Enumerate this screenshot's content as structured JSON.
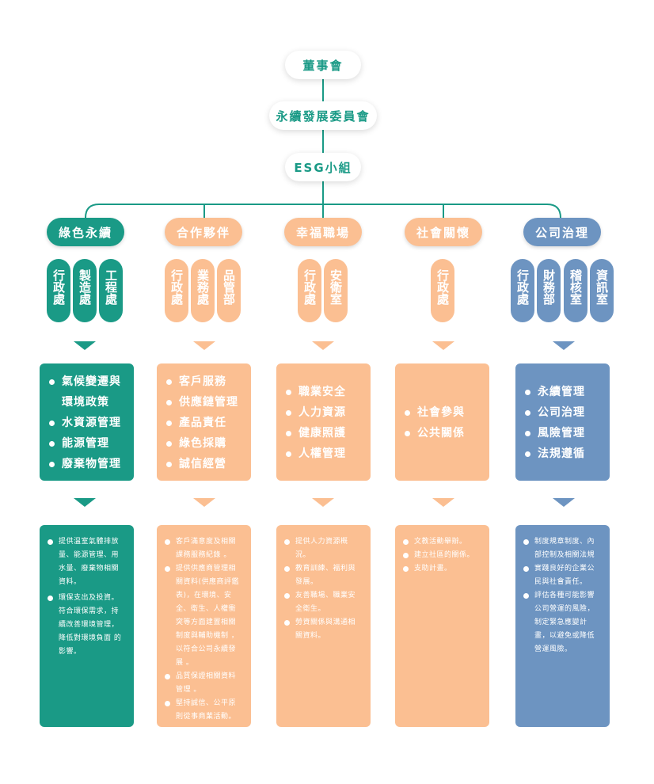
{
  "top": {
    "board": "董事會",
    "committee": "永續發展委員會",
    "esg": "ESG小組"
  },
  "colors": {
    "teal": "#1a9a86",
    "peach": "#fbbf92",
    "blue": "#6d94c1"
  },
  "columns": [
    {
      "title": "綠色永續",
      "color": "teal",
      "depts": [
        "行政處",
        "製造處",
        "工程處"
      ],
      "topics": [
        "氣候變遷與",
        "環境政策",
        "水資源管理",
        "能源管理",
        "廢棄物管理"
      ],
      "details": [
        "提供溫室氣體排放量、能源管理、用水量、廢棄物相關資料。",
        "環保支出及投資。符合環保需求，持續改善環境管理，降低對環境負面 的影響。"
      ]
    },
    {
      "title": "合作夥伴",
      "color": "peach",
      "depts": [
        "行政處",
        "業務處",
        "品管部"
      ],
      "topics": [
        "客戶服務",
        "供應鏈管理",
        "產品責任",
        "綠色採購",
        "誠信經營"
      ],
      "details": [
        "客戶滿意度及相關課務服務紀錄 。",
        "提供供應商管理相關資料(供應商評鑑表)，在環境、安全、衛生、人權衝突等方面建置相關制度與輔助機制 ，以符合公司永續發展 。",
        "品質保證相關資料管理 。",
        "堅持誠信、公平原則從事商業活動。"
      ]
    },
    {
      "title": "幸福職場",
      "color": "peach",
      "depts": [
        "行政處",
        "安衛室"
      ],
      "topics": [
        "職業安全",
        "人力資源",
        "健康照護",
        "人權管理"
      ],
      "details": [
        "提供人力資源概況。",
        "教育訓練、福利與發展。",
        "友善職場、職業安全衛生。",
        "勞資關係與溝通相關資料。"
      ]
    },
    {
      "title": "社會關懷",
      "color": "peach",
      "depts": [
        "行政處"
      ],
      "topics": [
        "社會參與",
        "公共關係"
      ],
      "details": [
        "文教活動舉辦。",
        "建立社區的關係。",
        "支助計畫。"
      ]
    },
    {
      "title": "公司治理",
      "color": "blue",
      "depts": [
        "行政處",
        "財務部",
        "稽核室",
        "資訊室"
      ],
      "topics": [
        "永續管理",
        "公司治理",
        "風險管理",
        "法規遵循"
      ],
      "details": [
        "制度規章制度、內部控制及相關法規",
        "實踐良好的企業公民與社會責任。",
        "評估各種可能影響公司營運的風險，制定緊急應變計畫，以避免或降低營運風險。"
      ]
    }
  ]
}
